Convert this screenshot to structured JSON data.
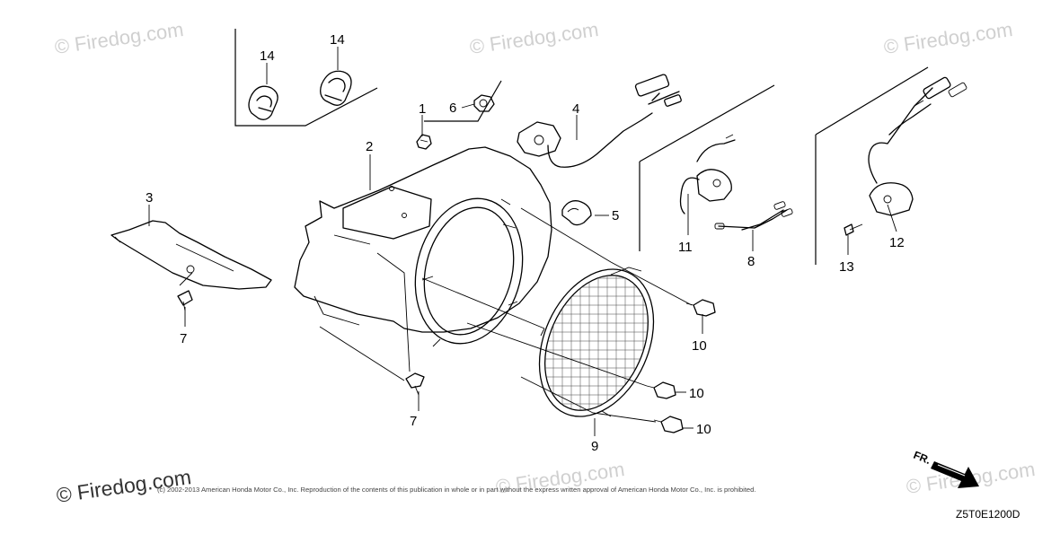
{
  "watermarks": {
    "top_left": "© Firedog.com",
    "top_center": "© Firedog.com",
    "top_right": "© Firedog.com",
    "bottom_left": "© Firedog.com",
    "bottom_center": "© Firedog.com",
    "bottom_right": "© Firedog.com"
  },
  "copyright": "(c) 2002-2013 American Honda Motor Co., Inc. Reproduction of the contents of this publication in whole or in part without the express written approval of American Honda Motor Co., Inc. is prohibited.",
  "diagram_code": "Z5T0E1200D",
  "direction_label": "FR.",
  "callouts": {
    "c1": "1",
    "c2": "2",
    "c3": "3",
    "c4": "4",
    "c5": "5",
    "c6": "6",
    "c7a": "7",
    "c7b": "7",
    "c8": "8",
    "c9": "9",
    "c10a": "10",
    "c10b": "10",
    "c10c": "10",
    "c11": "11",
    "c12": "12",
    "c13": "13",
    "c14a": "14",
    "c14b": "14"
  }
}
